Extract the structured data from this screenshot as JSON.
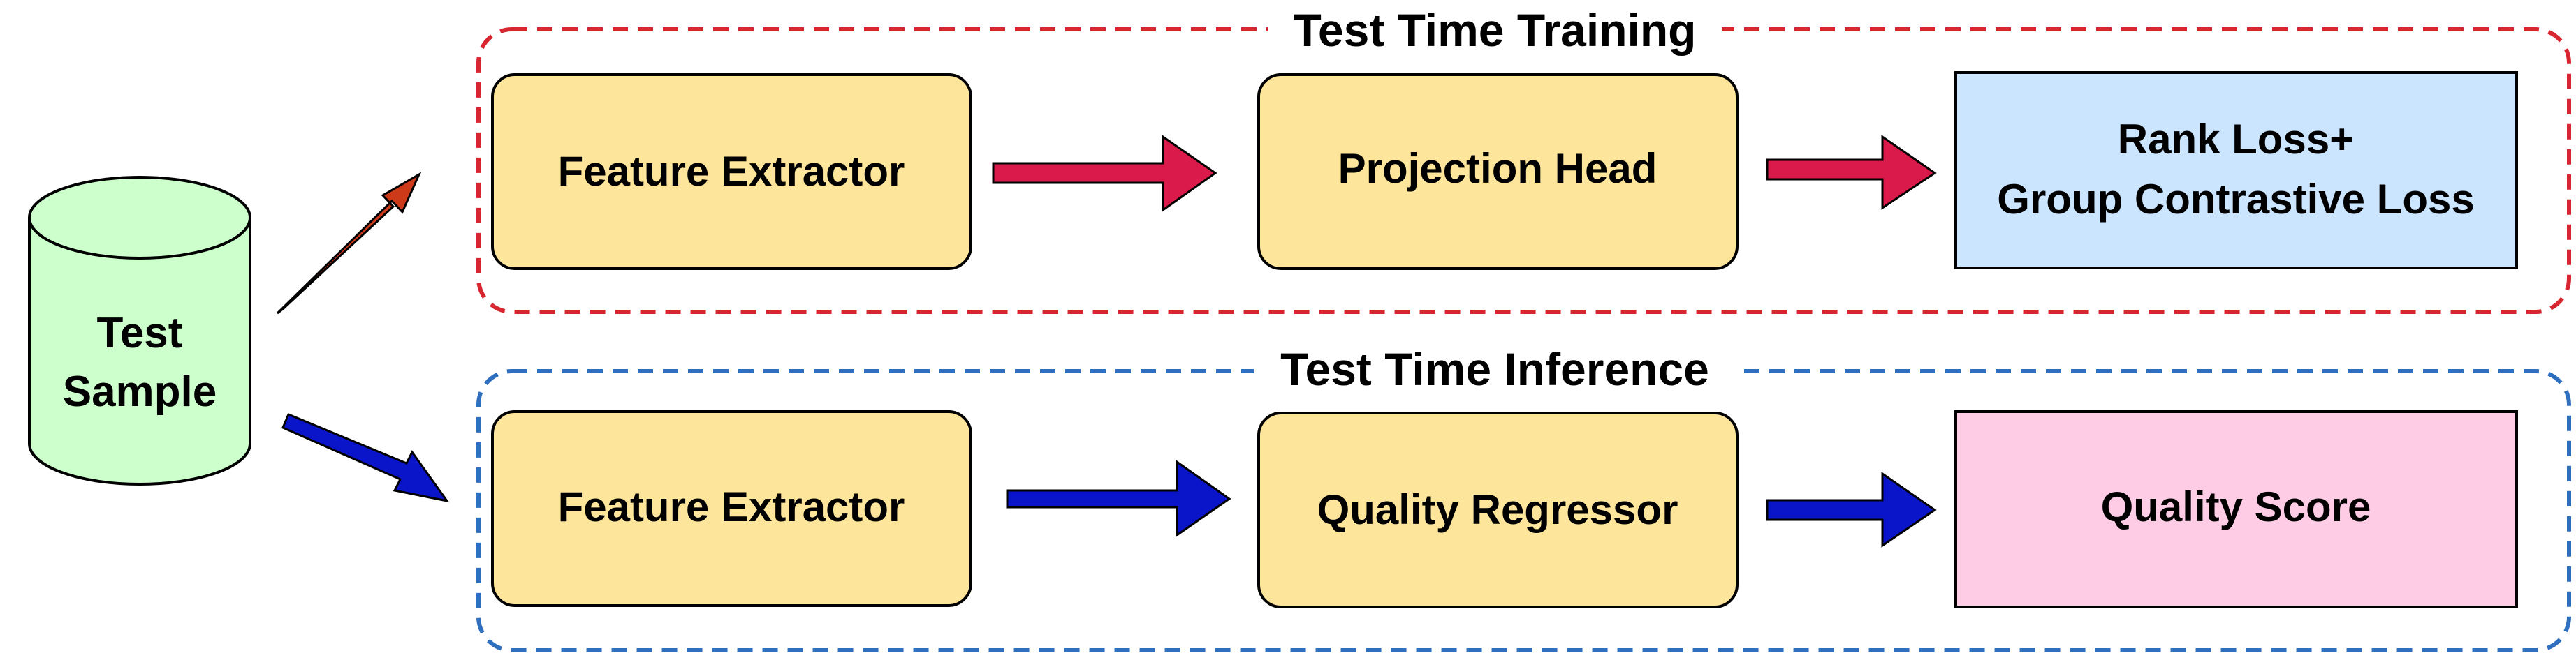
{
  "groups": {
    "training": {
      "title": "Test Time Training",
      "border_color": "#d7262f"
    },
    "inference": {
      "title": "Test Time Inference",
      "border_color": "#2f6fbf"
    }
  },
  "source": {
    "lines": [
      "Test",
      "Sample"
    ],
    "fill": "#ccffcc"
  },
  "training_flow": {
    "feature_extractor": "Feature Extractor",
    "projection_head": "Projection Head",
    "loss": {
      "lines": [
        "Rank Loss+",
        "Group Contrastive Loss"
      ]
    }
  },
  "inference_flow": {
    "feature_extractor": "Feature Extractor",
    "quality_regressor": "Quality Regressor",
    "quality_score": "Quality Score"
  },
  "colors": {
    "module_fill": "#fde59b",
    "loss_fill": "#cce5ff",
    "score_fill": "#ffcce6",
    "training_arrow": "#d91a4a",
    "source_to_training_arrow": "#cc3a1a",
    "inference_arrow": "#0a14c8"
  }
}
